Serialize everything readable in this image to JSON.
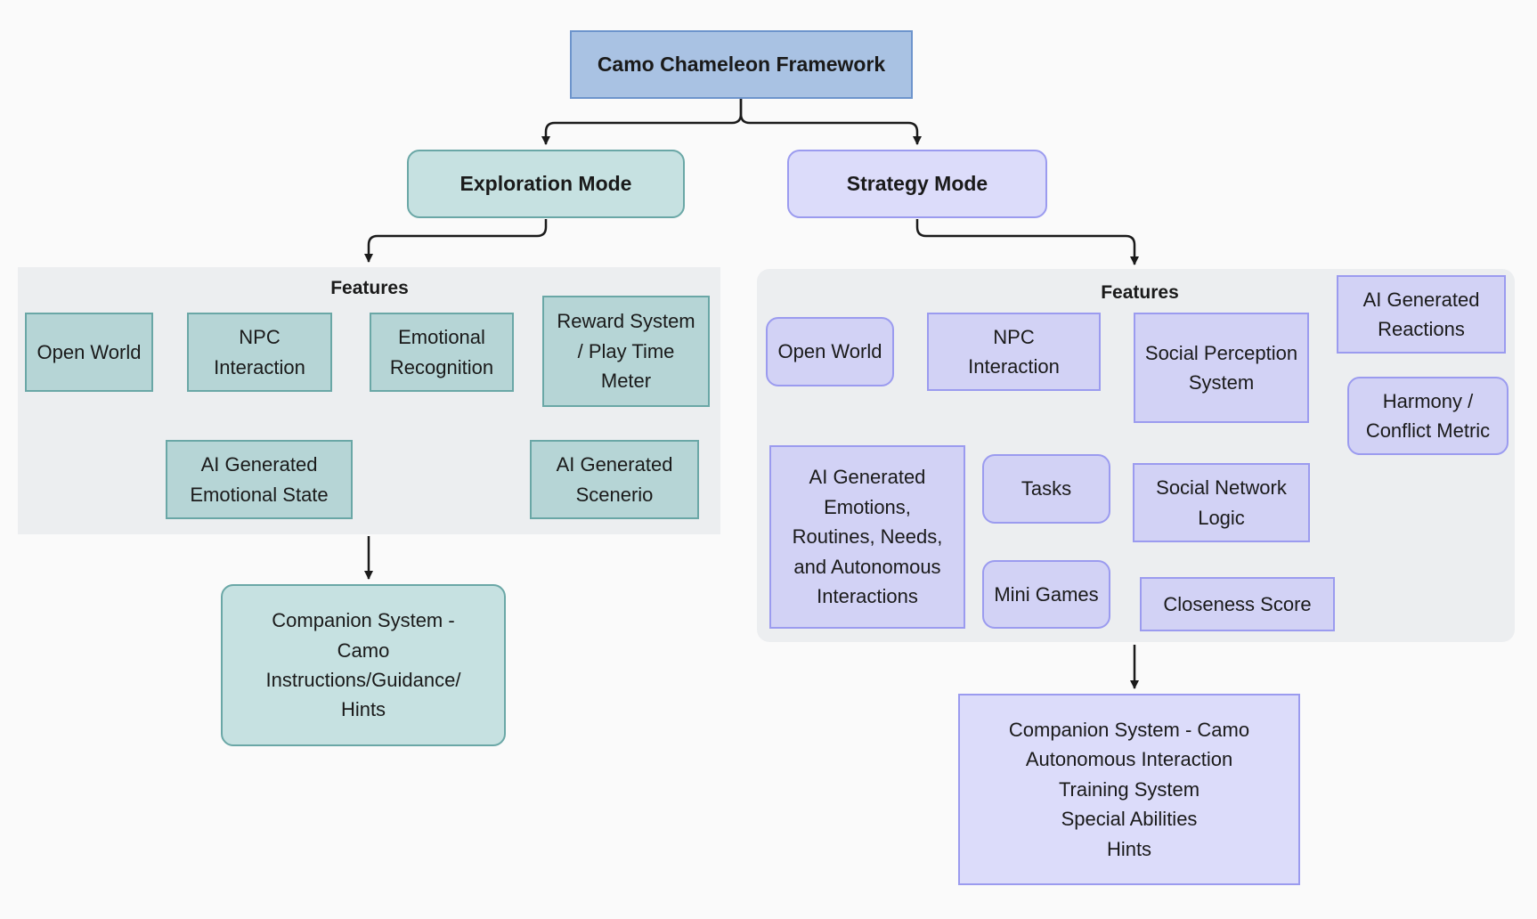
{
  "title": "Camo Chameleon Framework",
  "exploration": {
    "mode": "Exploration Mode",
    "features_label": "Features",
    "open_world": "Open World",
    "npc_interaction": "NPC\nInteraction",
    "emotional_recognition": "Emotional\nRecognition",
    "reward_system": "Reward System\n/ Play Time\nMeter",
    "ai_emotional_state": "AI Generated\nEmotional State",
    "ai_scenario": "AI Generated\nScenerio",
    "companion": "Companion System -\nCamo\nInstructions/Guidance/\nHints"
  },
  "strategy": {
    "mode": "Strategy Mode",
    "features_label": "Features",
    "open_world": "Open World",
    "npc_interaction": "NPC\nInteraction",
    "social_perception": "Social Perception\nSystem",
    "ai_reactions": "AI Generated\nReactions",
    "harmony_metric": "Harmony /\nConflict Metric",
    "ai_emotions": "AI Generated\nEmotions,\nRoutines, Needs,\nand Autonomous\nInteractions",
    "tasks": "Tasks",
    "mini_games": "Mini Games",
    "social_network": "Social Network\nLogic",
    "closeness_score": "Closeness Score",
    "companion": "Companion System - Camo\nAutonomous Interaction\nTraining System\nSpecial Abilities\nHints"
  },
  "colors": {
    "root_fill": "#a9c2e3",
    "exploration_fill": "#b6d5d6",
    "strategy_fill": "#d2d2f5",
    "group_background": "#eceef0",
    "connector": "#1a1a1a"
  }
}
